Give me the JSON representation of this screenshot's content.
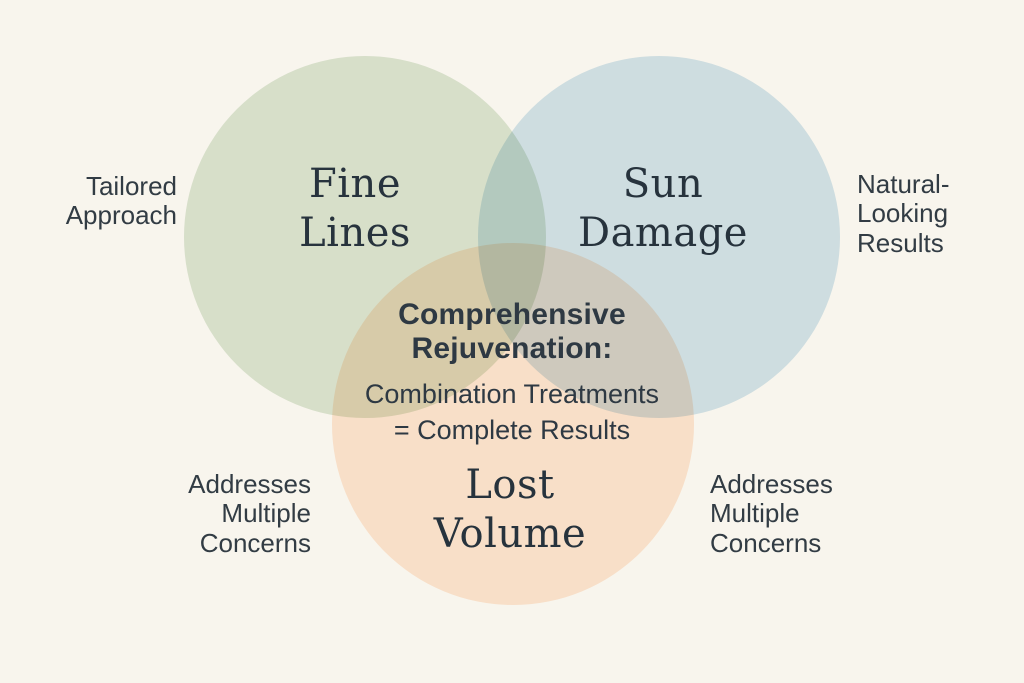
{
  "canvas": {
    "background_color": "#f8f5ed",
    "text_color_serif": "#27333d",
    "text_color_sans": "#323c44"
  },
  "venn": {
    "circles": [
      {
        "name": "fine-lines",
        "label": "Fine\nLines",
        "fill": "#dde8d9",
        "visible_color": "#d7dfca"
      },
      {
        "name": "sun-damage",
        "label": "Sun\nDamage",
        "fill": "#d4e6f1",
        "visible_color": "#cedde0"
      },
      {
        "name": "lost-volume",
        "label": "Lost\nVolume",
        "fill": "#ffe8d7",
        "visible_color": "#f8dfc8"
      }
    ],
    "overlap_colors": {
      "green_blue": "#a9c2ae",
      "green_orange": "#d7cbaa",
      "blue_orange": "#cec9bd",
      "triple": "#b4b6a0"
    },
    "center_label": {
      "heading": "Comprehensive\nRejuvenation:",
      "body": "Combination Treatments\n= Complete Results"
    }
  },
  "annotations": {
    "top_left": "Tailored\nApproach",
    "top_right": "Natural-\nLooking\nResults",
    "bottom_left": "Addresses\nMultiple\nConcerns",
    "bottom_right": "Addresses\nMultiple\nConcerns"
  }
}
